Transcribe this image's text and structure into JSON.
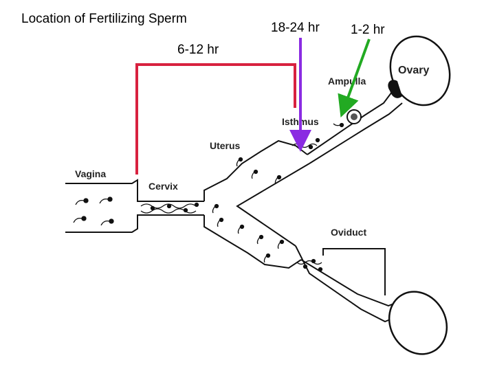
{
  "title": "Location of Fertilizing Sperm",
  "times": {
    "cervix_to_isthmus": "6-12 hr",
    "isthmus": "18-24 hr",
    "ampulla": "1-2 hr"
  },
  "anatomy_labels": {
    "vagina": "Vagina",
    "cervix": "Cervix",
    "uterus": "Uterus",
    "isthmus": "Isthmus",
    "ampulla": "Ampulla",
    "ovary": "Ovary",
    "oviduct": "Oviduct"
  },
  "colors": {
    "red_bracket": "#d8213f",
    "purple_arrow": "#8a2be2",
    "green_arrow": "#22aa22"
  }
}
